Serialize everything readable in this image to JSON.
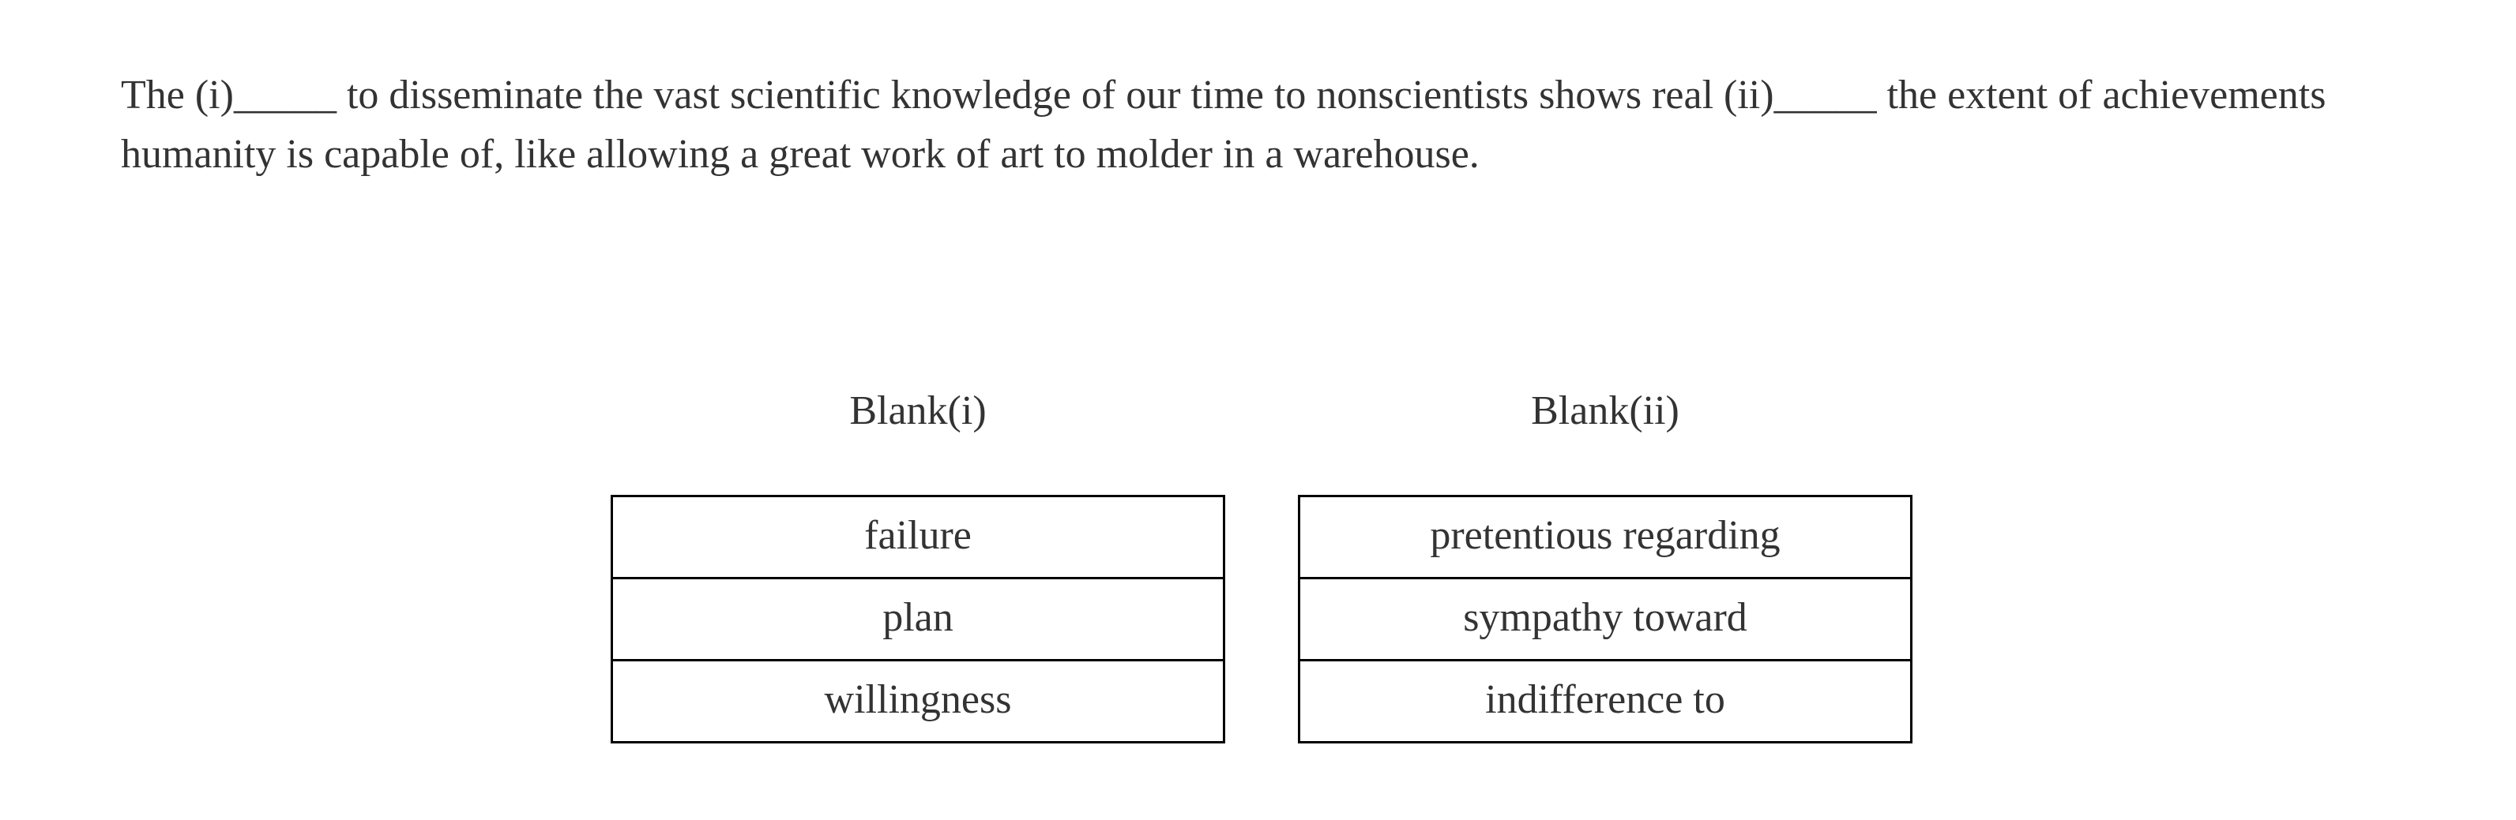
{
  "question": {
    "part1": "The (i)",
    "blank1": "_____",
    "part2": " to disseminate the vast scientific knowledge of our time to nonscientists shows real (ii)",
    "blank2": "_____",
    "part3": " the extent of achievements humanity is capable of, like allowing a great work of art to molder in a warehouse."
  },
  "blanks": [
    {
      "header": "Blank(i)",
      "options": [
        "failure",
        "plan",
        "willingness"
      ]
    },
    {
      "header": "Blank(ii)",
      "options": [
        "pretentious regarding",
        "sympathy toward",
        "indifference to"
      ]
    }
  ],
  "colors": {
    "text": "#333333",
    "border": "#000000",
    "background": "#ffffff"
  }
}
